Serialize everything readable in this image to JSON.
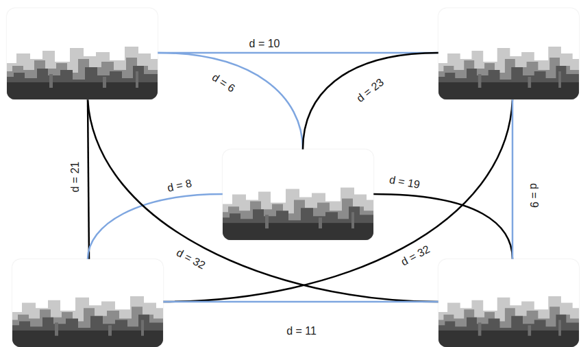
{
  "diagram": {
    "nodes": [
      {
        "text": []
      },
      {
        "text": []
      },
      {
        "text": []
      },
      {
        "text": []
      },
      {
        "text": []
      }
    ],
    "edges": [
      {
        "from": 0,
        "to": 1,
        "arrow": "none",
        "label": "d = 10"
      },
      {
        "from": 0,
        "to": 2,
        "arrow": "none",
        "label": "d = 6"
      },
      {
        "from": 1,
        "to": 2,
        "arrow": "none",
        "label": "d = 23"
      },
      {
        "from": 0,
        "to": 3,
        "arrow": "none",
        "label": "d = 21"
      },
      {
        "from": 2,
        "to": 3,
        "arrow": "none",
        "label": "d = 8"
      },
      {
        "from": 0,
        "to": 4,
        "arrow": "none",
        "label": "d = 32"
      },
      {
        "from": 1,
        "to": 3,
        "arrow": "none",
        "label": "d = 32"
      },
      {
        "from": 2,
        "to": 4,
        "arrow": "none",
        "label": "d = 19"
      },
      {
        "from": 1,
        "to": 4,
        "arrow": "none",
        "label": "d = 9"
      },
      {
        "from": 3,
        "to": 4,
        "arrow": "none",
        "label": "d = 11"
      }
    ]
  }
}
